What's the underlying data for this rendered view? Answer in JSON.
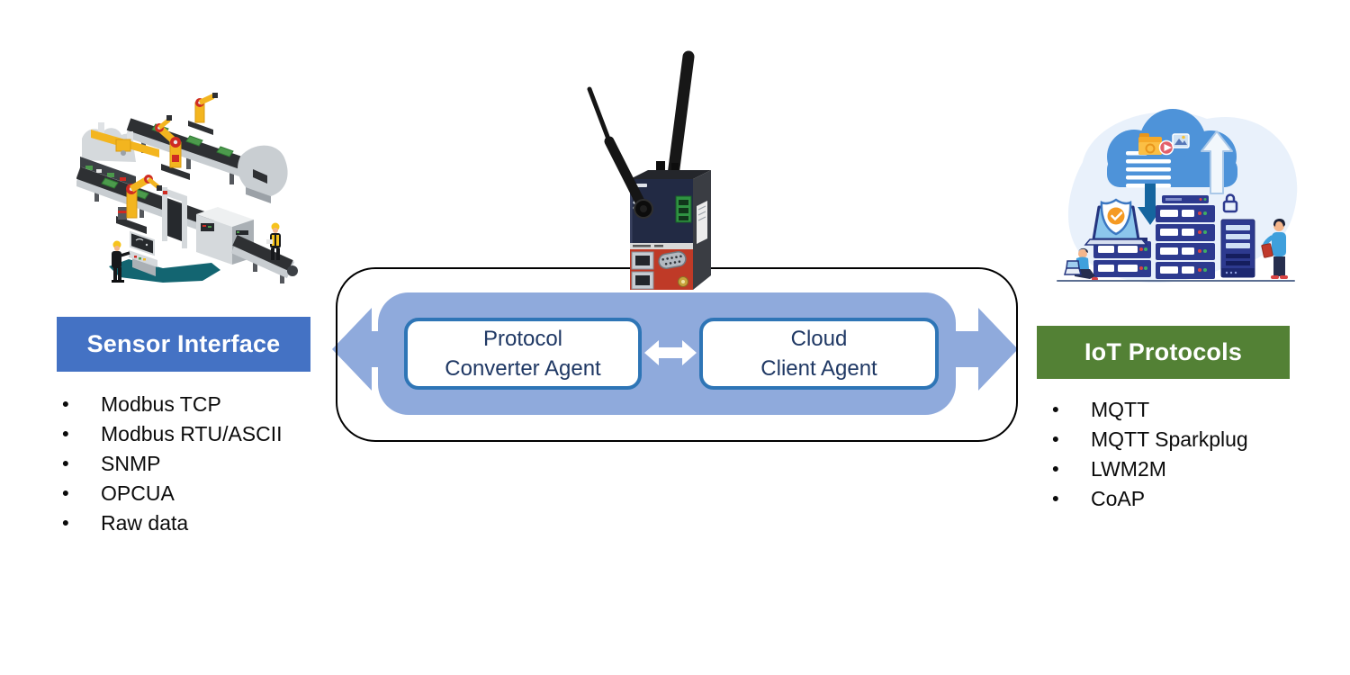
{
  "left_panel": {
    "title": "Sensor Interface",
    "items": [
      "Modbus TCP",
      "Modbus RTU/ASCII",
      "SNMP",
      "OPCUA",
      "Raw data"
    ]
  },
  "right_panel": {
    "title": "IoT Protocols",
    "items": [
      "MQTT",
      "MQTT Sparkplug",
      "LWM2M",
      "CoAP"
    ]
  },
  "gateway": {
    "protocol_converter_agent": {
      "line1": "Protocol",
      "line2": "Converter Agent"
    },
    "cloud_client_agent": {
      "line1": "Cloud",
      "line2": "Client Agent"
    }
  },
  "icons": {
    "left_illustration": "factory-automation-isometric",
    "center_device": "industrial-cellular-gateway-with-antennas",
    "right_illustration": "cloud-data-center"
  },
  "colors": {
    "sensor_banner": "#4472C4",
    "iot_banner": "#538135",
    "agent_bubble": "#8FAADC",
    "arrow_fill": "#8FAADC",
    "agent_box_border": "#2E75B6",
    "agent_text": "#1F3864",
    "frame_border": "#000000"
  }
}
